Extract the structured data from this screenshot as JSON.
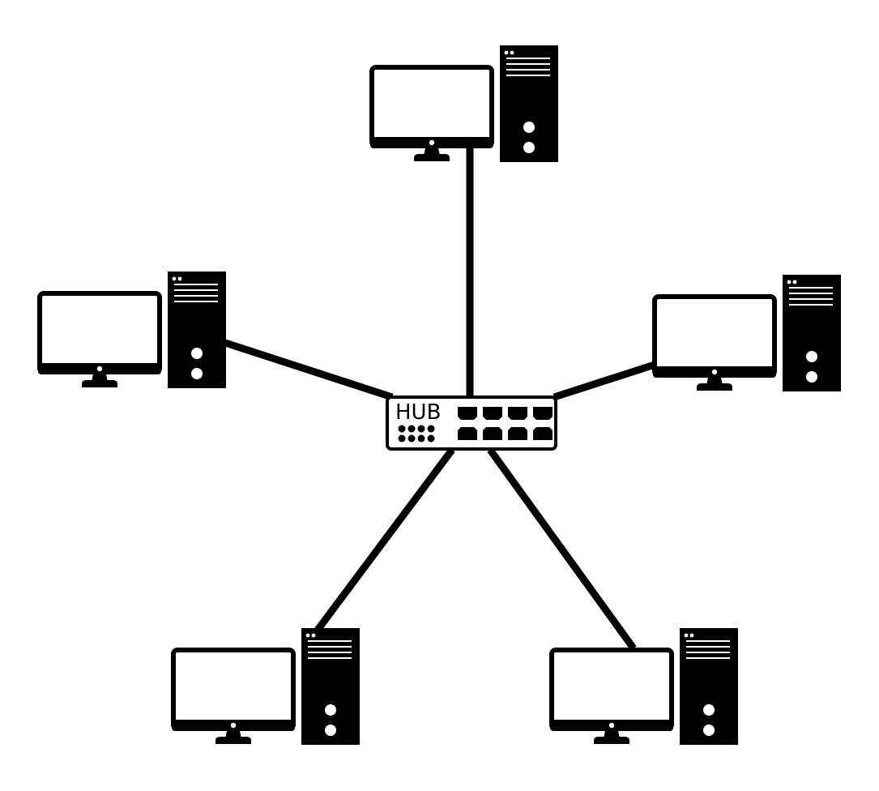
{
  "diagram": {
    "topology": "star",
    "hub": {
      "label": "HUB",
      "icon": "network-hub-icon",
      "port_count": 8,
      "led_count": 8
    },
    "nodes": [
      {
        "id": "computer-top",
        "icon": "desktop-computer-icon"
      },
      {
        "id": "computer-left",
        "icon": "desktop-computer-icon"
      },
      {
        "id": "computer-right",
        "icon": "desktop-computer-icon"
      },
      {
        "id": "computer-bottom-left",
        "icon": "desktop-computer-icon"
      },
      {
        "id": "computer-bottom-right",
        "icon": "desktop-computer-icon"
      }
    ],
    "links": [
      {
        "from": "hub",
        "to": "computer-top"
      },
      {
        "from": "hub",
        "to": "computer-left"
      },
      {
        "from": "hub",
        "to": "computer-right"
      },
      {
        "from": "hub",
        "to": "computer-bottom-left"
      },
      {
        "from": "hub",
        "to": "computer-bottom-right"
      }
    ],
    "colors": {
      "line": "#000000",
      "fill": "#000000",
      "background": "#ffffff"
    }
  }
}
